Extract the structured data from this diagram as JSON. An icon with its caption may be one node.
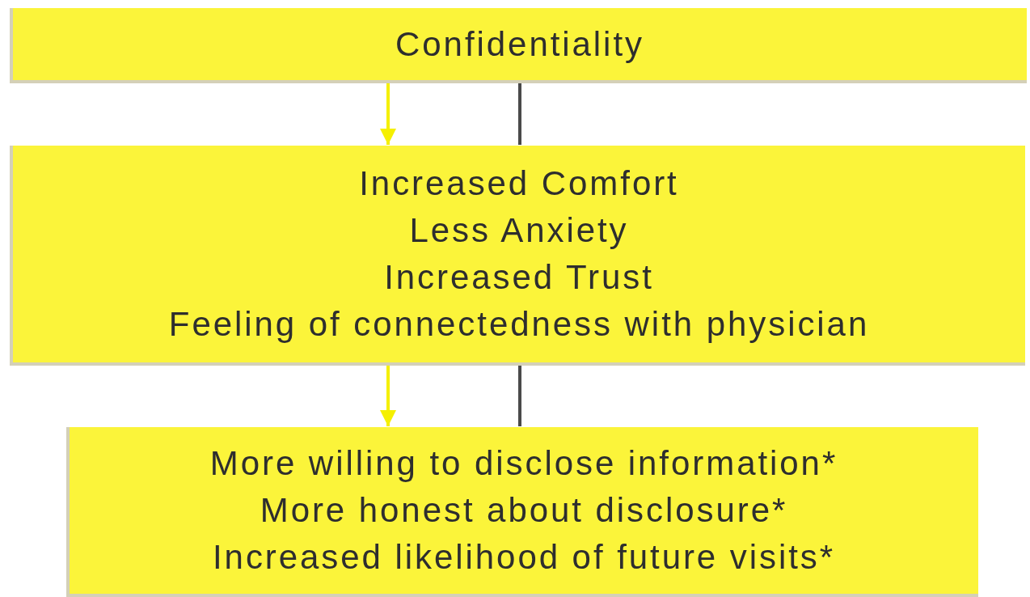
{
  "diagram": {
    "nodes": [
      {
        "text": [
          "Confidentiality"
        ]
      },
      {
        "text": [
          "Increased Comfort",
          "Less Anxiety",
          "Increased Trust",
          "Feeling of connectedness with physician"
        ]
      },
      {
        "text": [
          "More willing to disclose information*",
          "More honest about disclosure*",
          "Increased likelihood of future visits*"
        ]
      }
    ],
    "edges": [
      {
        "from": 0,
        "to": 1,
        "arrow": "to",
        "color": "#f5f000"
      },
      {
        "from": 0,
        "to": 1,
        "arrow": "none",
        "color": "#4a4a4a"
      },
      {
        "from": 1,
        "to": 2,
        "arrow": "to",
        "color": "#f5f000"
      },
      {
        "from": 1,
        "to": 2,
        "arrow": "none",
        "color": "#4a4a4a"
      }
    ]
  }
}
